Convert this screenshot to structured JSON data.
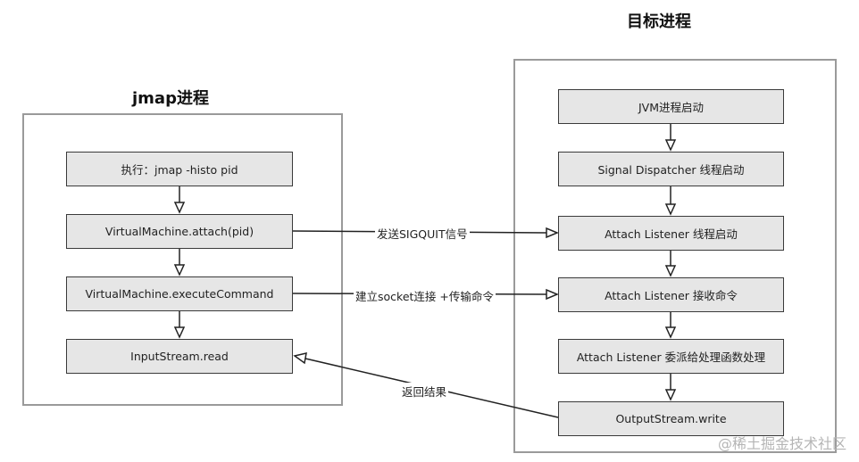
{
  "titles": {
    "left": "jmap进程",
    "right": "目标进程"
  },
  "left_nodes": [
    "执行：jmap -histo pid",
    "VirtualMachine.attach(pid)",
    "VirtualMachine.executeCommand",
    "InputStream.read"
  ],
  "right_nodes": [
    "JVM进程启动",
    "Signal Dispatcher 线程启动",
    "Attach Listener 线程启动",
    "Attach Listener 接收命令",
    "Attach Listener 委派给处理函数处理",
    "OutputStream.write"
  ],
  "edge_labels": {
    "signal": "发送SIGQUIT信号",
    "socket": "建立socket连接 +传输命令",
    "result": "返回结果"
  },
  "watermark": "@稀土掘金技术社区"
}
